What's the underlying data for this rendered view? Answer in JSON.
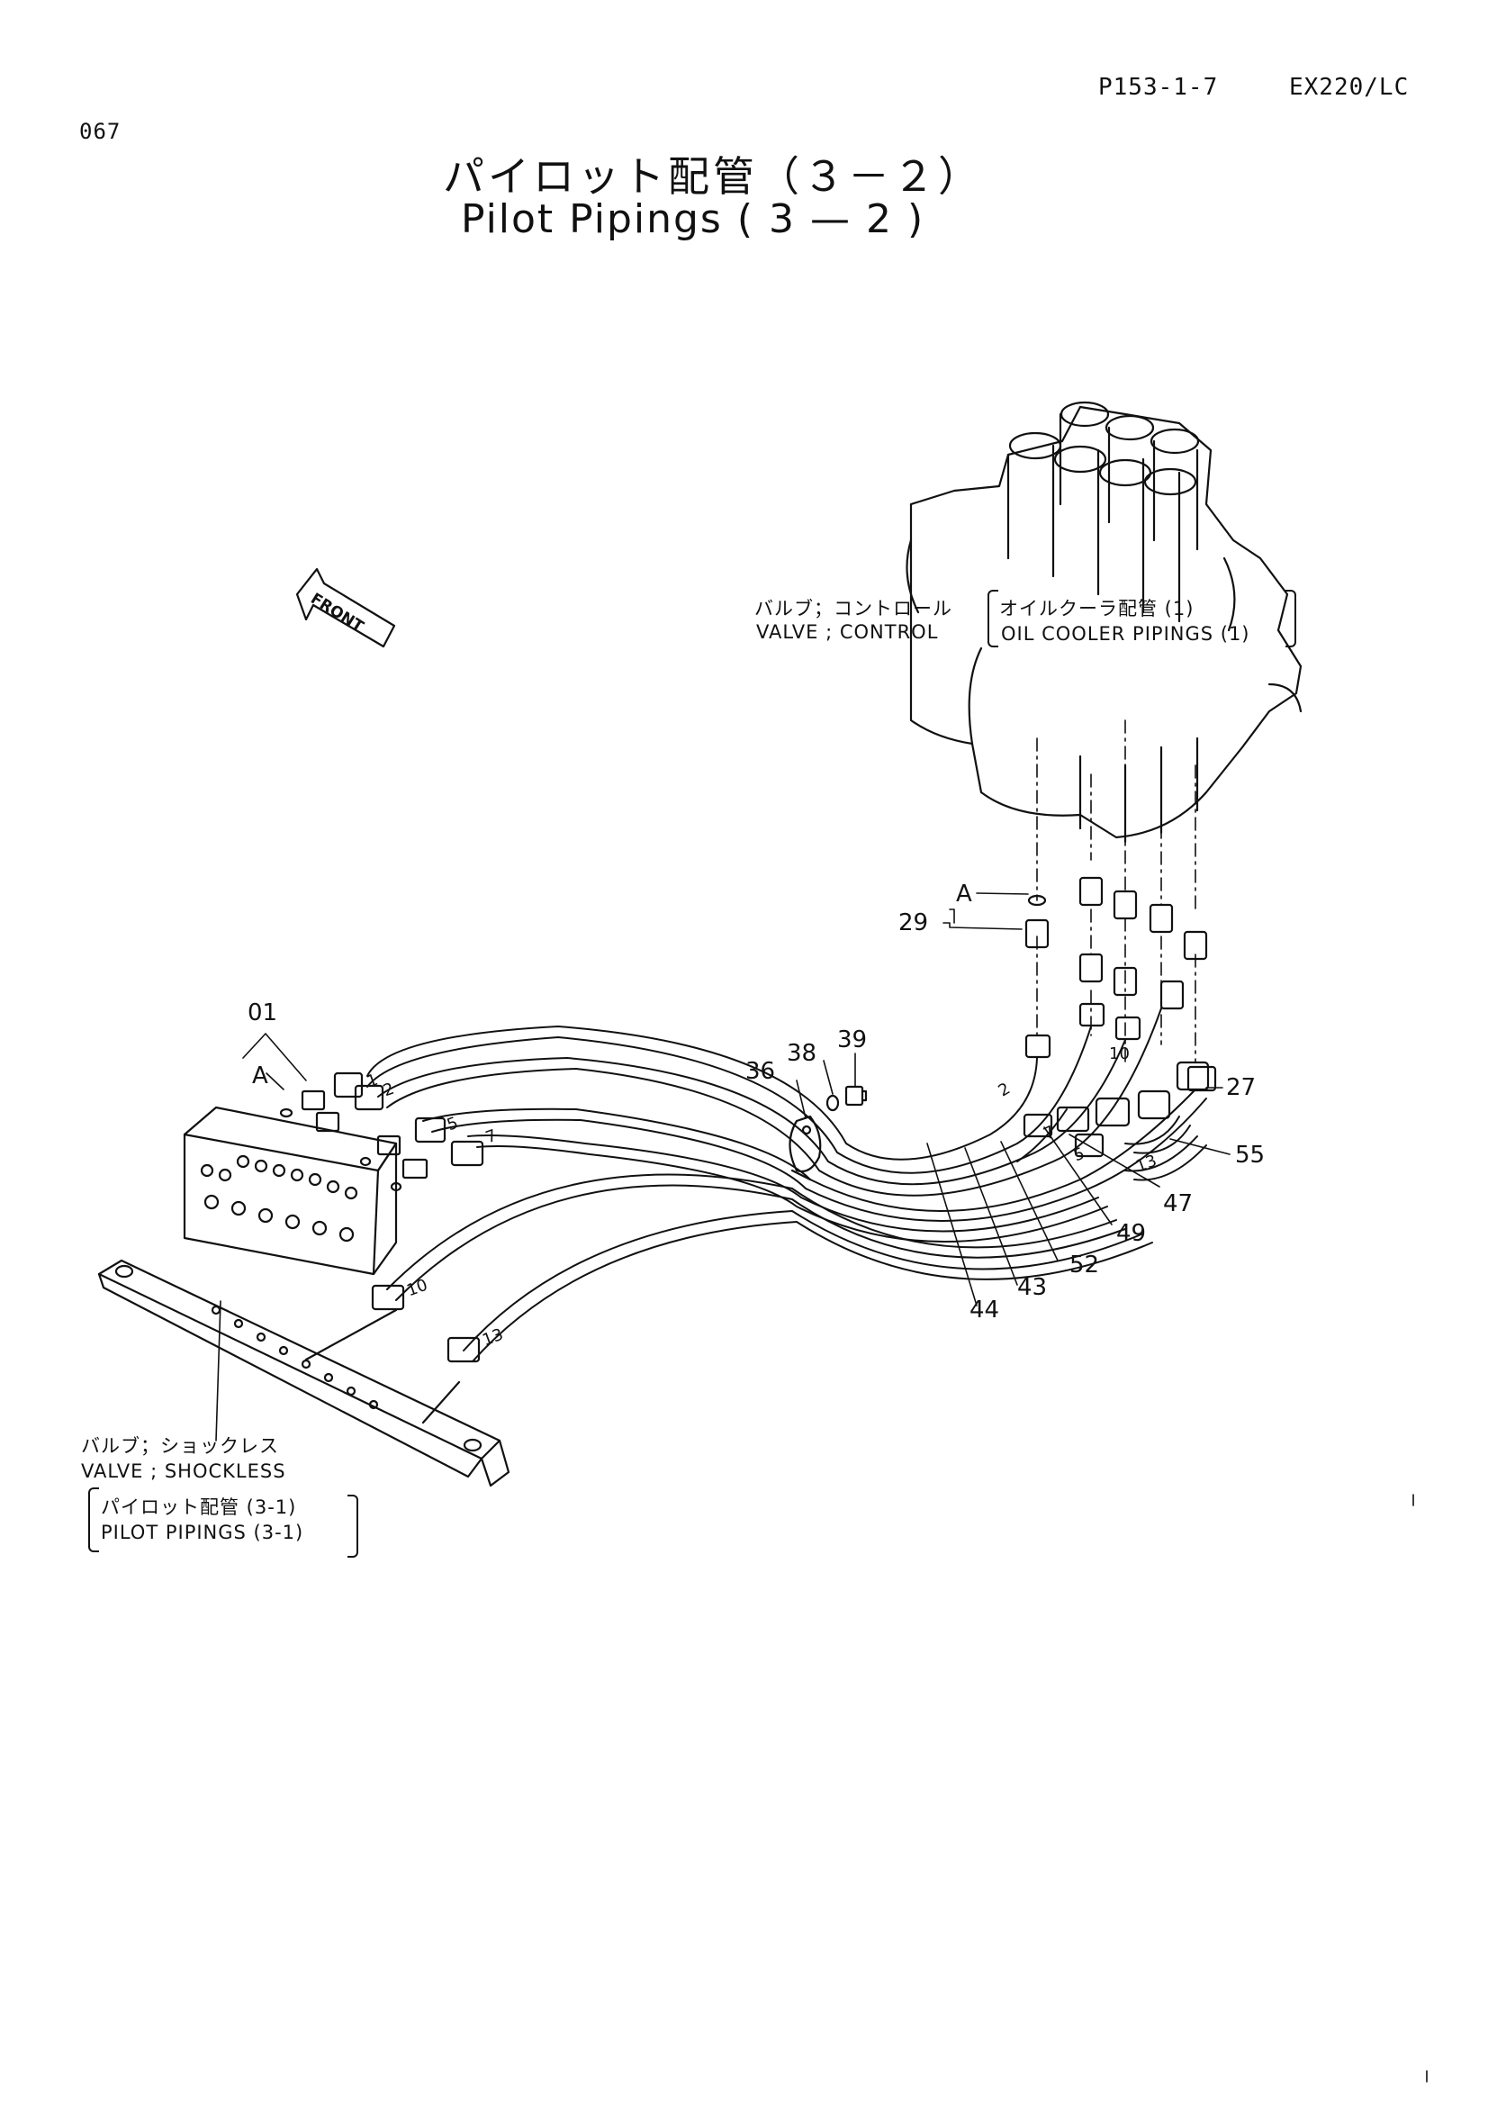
{
  "header": {
    "page_number": "067",
    "figure_code": "P153-1-7",
    "model": "EX220/LC"
  },
  "title": {
    "japanese": "パイロット配管（３－２）",
    "english": "Pilot Pipings ( 3 — 2 )"
  },
  "direction_marker": "FRONT",
  "labels": {
    "control_valve_jp": "バルブ；コントロール",
    "control_valve_en": "VALVE ; CONTROL",
    "oil_cooler_jp": "オイルクーラ配管 (1)",
    "oil_cooler_en": "OIL  COOLER PIPINGS (1)",
    "shockless_jp": "バルブ；ショックレス",
    "shockless_en": "VALVE ; SHOCKLESS",
    "pilot_ref_jp": "パイロット配管 (3-1)",
    "pilot_ref_en": "PILOT  PIPINGS (3-1)"
  },
  "callouts": {
    "c01": "01",
    "cA1": "A",
    "cA2": "A",
    "c29": "29",
    "c36": "36",
    "c38": "38",
    "c39": "39",
    "c27": "27",
    "c55": "55",
    "c47": "47",
    "c49": "49",
    "c52": "52",
    "c43": "43",
    "c44": "44"
  },
  "hose_tags": {
    "t1": "1",
    "t2": "2",
    "t5": "5",
    "t7": "7",
    "t10": "10",
    "t13": "13",
    "t2b": "2",
    "t10b": "10",
    "t7b": "7",
    "t5b": "5",
    "t13b": "13"
  }
}
